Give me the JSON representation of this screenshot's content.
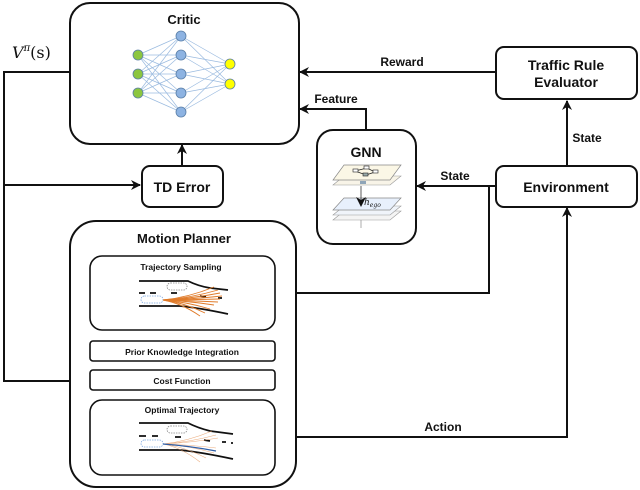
{
  "nodes": {
    "critic": {
      "title": "Critic"
    },
    "td_error": {
      "title": "TD Error"
    },
    "gnn": {
      "title": "GNN",
      "embedding_label": "h_ego"
    },
    "traffic_rule_evaluator": {
      "title_line1": "Traffic Rule",
      "title_line2": "Evaluator"
    },
    "environment": {
      "title": "Environment"
    },
    "motion_planner": {
      "title": "Motion Planner",
      "modules": {
        "trajectory_sampling": "Trajectory Sampling",
        "prior_knowledge": "Prior Knowledge Integration",
        "cost_function": "Cost Function",
        "optimal_trajectory": "Optimal Trajectory"
      }
    }
  },
  "edges": {
    "reward": "Reward",
    "feature": "Feature",
    "state_to_gnn": "State",
    "state_to_evaluator": "State",
    "action": "Action"
  },
  "value_function_label": {
    "base": "V",
    "sup": "π",
    "arg": "(s)"
  },
  "neural_net": {
    "layers": [
      3,
      5,
      2
    ],
    "colors": {
      "input": "#8cc63f",
      "hidden": "#8db3e2",
      "output": "#ffff00",
      "edge": "#9bbbe0"
    }
  },
  "colors": {
    "sampled_trajectory": "#e07b2a",
    "optimal_trajectory": "#2f5fa8",
    "ego_vehicle": "#7aa6e0",
    "other_vehicle": "#888888"
  }
}
